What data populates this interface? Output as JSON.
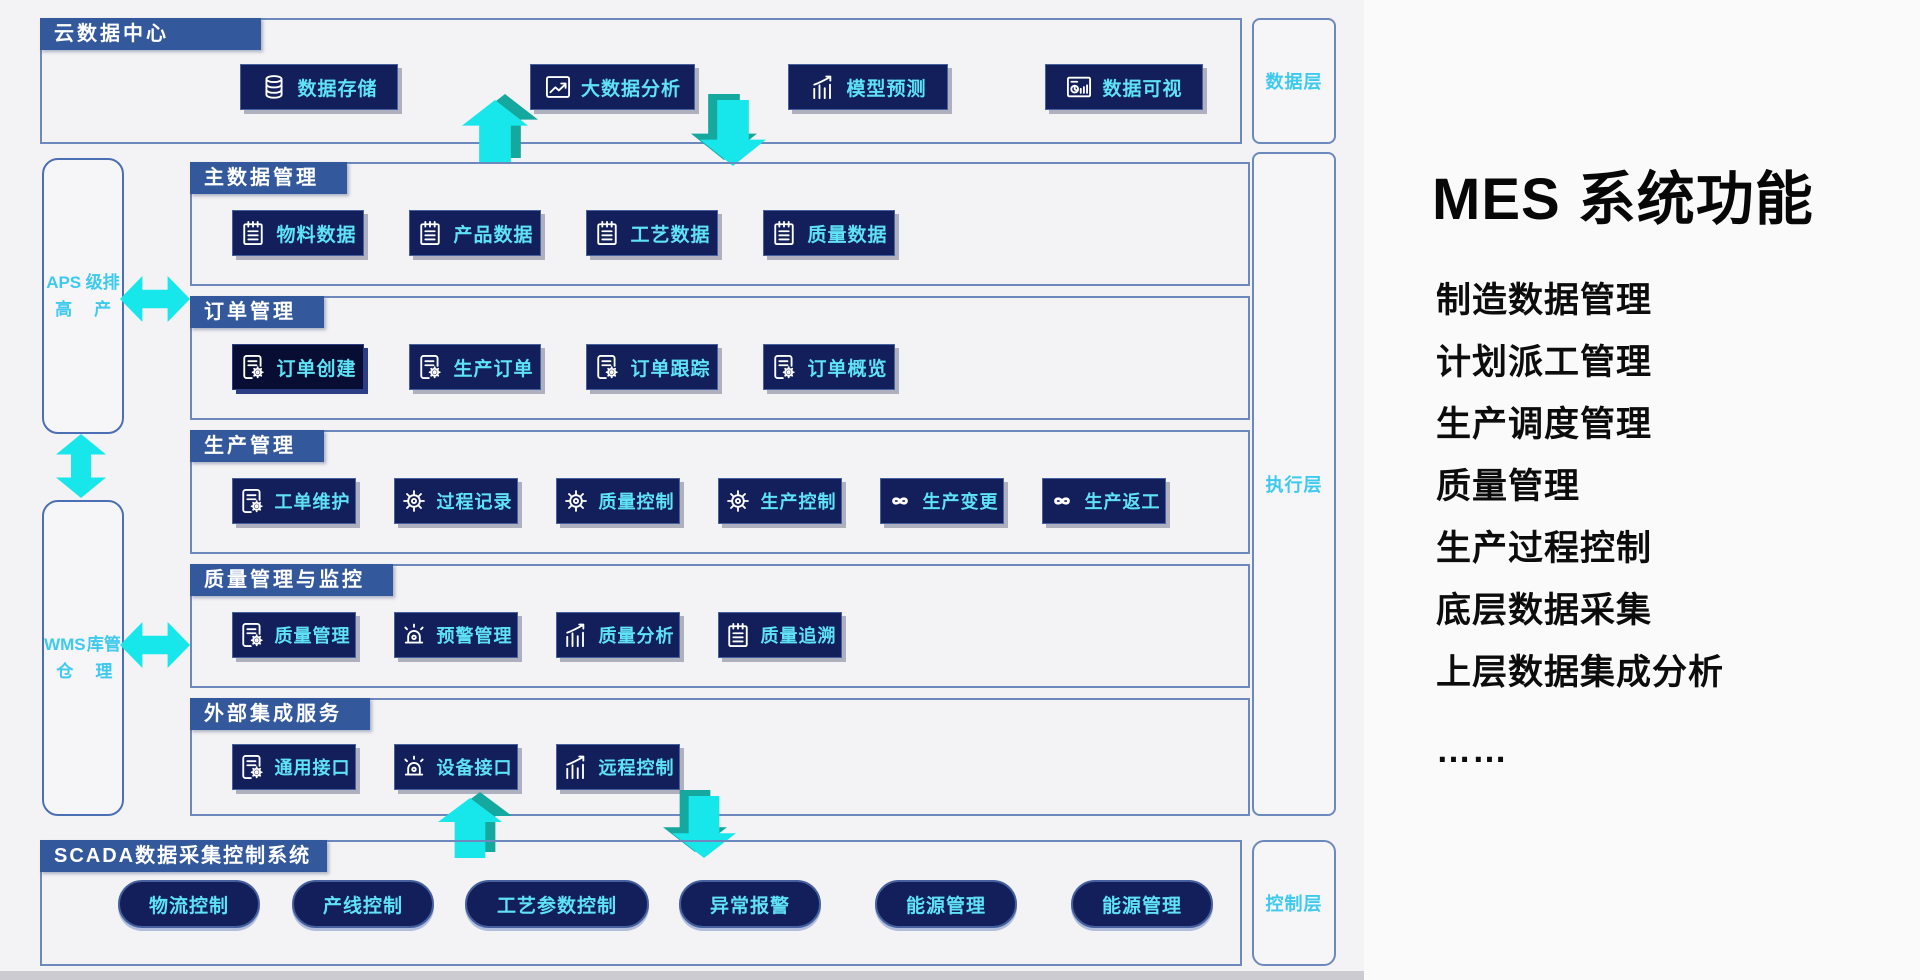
{
  "colors": {
    "button_bg": "#121f5a",
    "button_text": "#5fe2f4",
    "header_tab_bg": "#33589c",
    "arrow_cyan": "#17e7ea",
    "arrow_teal": "#14a89e",
    "layer_label_text": "#3ec9ee",
    "border_blue": "#6d88bd"
  },
  "cloud": {
    "title": "云数据中心",
    "layer_label": "数据层",
    "buttons": [
      {
        "label": "数据存储",
        "icon": "database-icon"
      },
      {
        "label": "大数据分析",
        "icon": "line-chart-icon"
      },
      {
        "label": "模型预测",
        "icon": "bar-chart-icon"
      },
      {
        "label": "数据可视",
        "icon": "dashboard-icon"
      }
    ]
  },
  "execution": {
    "layer_label": "执行层",
    "sections": [
      {
        "title": "主数据管理",
        "buttons": [
          {
            "label": "物料数据",
            "icon": "notepad-icon"
          },
          {
            "label": "产品数据",
            "icon": "notepad-icon"
          },
          {
            "label": "工艺数据",
            "icon": "notepad-icon"
          },
          {
            "label": "质量数据",
            "icon": "notepad-icon"
          }
        ]
      },
      {
        "title": "订单管理",
        "buttons": [
          {
            "label": "订单创建",
            "icon": "doc-gear-icon",
            "variant": "dark"
          },
          {
            "label": "生产订单",
            "icon": "doc-gear-icon"
          },
          {
            "label": "订单跟踪",
            "icon": "doc-gear-icon"
          },
          {
            "label": "订单概览",
            "icon": "doc-gear-icon"
          }
        ]
      },
      {
        "title": "生产管理",
        "buttons": [
          {
            "label": "工单维护",
            "icon": "doc-gear-icon"
          },
          {
            "label": "过程记录",
            "icon": "gear-icon"
          },
          {
            "label": "质量控制",
            "icon": "gear-icon"
          },
          {
            "label": "生产控制",
            "icon": "gear-icon"
          },
          {
            "label": "生产变更",
            "icon": "infinity-icon"
          },
          {
            "label": "生产返工",
            "icon": "infinity-icon"
          }
        ]
      },
      {
        "title": "质量管理与监控",
        "buttons": [
          {
            "label": "质量管理",
            "icon": "doc-gear-icon"
          },
          {
            "label": "预警管理",
            "icon": "alarm-icon"
          },
          {
            "label": "质量分析",
            "icon": "bar-chart-icon"
          },
          {
            "label": "质量追溯",
            "icon": "notepad-icon"
          }
        ]
      },
      {
        "title": "外部集成服务",
        "buttons": [
          {
            "label": "通用接口",
            "icon": "doc-gear-icon"
          },
          {
            "label": "设备接口",
            "icon": "alarm-icon"
          },
          {
            "label": "远程控制",
            "icon": "bar-chart-icon"
          }
        ]
      }
    ]
  },
  "side": {
    "aps_lines": [
      "APS高",
      "级排产"
    ],
    "wms_lines": [
      "WMS仓",
      "库管理"
    ]
  },
  "scada": {
    "title": "SCADA数据采集控制系统",
    "layer_label": "控制层",
    "buttons": [
      {
        "label": "物流控制"
      },
      {
        "label": "产线控制"
      },
      {
        "label": "工艺参数控制"
      },
      {
        "label": "异常报警"
      },
      {
        "label": "能源管理"
      },
      {
        "label": "能源管理"
      }
    ]
  },
  "right_panel": {
    "title": "MES 系统功能",
    "items": [
      "制造数据管理",
      "计划派工管理",
      "生产调度管理",
      "质量管理",
      "生产过程控制",
      "底层数据采集",
      "上层数据集成分析",
      "……"
    ]
  }
}
